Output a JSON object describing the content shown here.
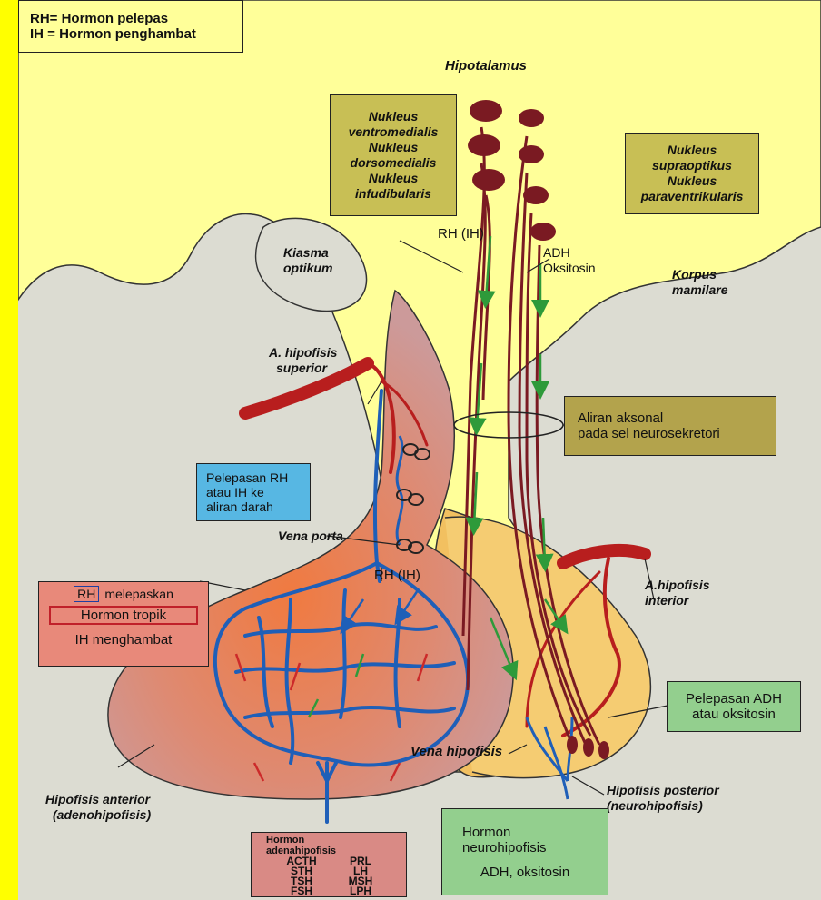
{
  "legend": {
    "line1": "RH= Hormon pelepas",
    "line2": "IH = Hormon penghambat"
  },
  "labels": {
    "hipotalamus": "Hipotalamus",
    "nukleus_left": [
      "Nukleus",
      "ventromedialis",
      "Nukleus",
      "dorsomedialis",
      "Nukleus",
      "infudibularis"
    ],
    "nukleus_right": [
      "Nukleus",
      "supraoptikus",
      "Nukleus",
      "paraventrikularis"
    ],
    "kiasma": [
      "Kiasma",
      "optikum"
    ],
    "korpus": [
      "Korpus",
      "mamilare"
    ],
    "rh_ih_top": "RH (IH)",
    "adh": [
      "ADH",
      "Oksitosin"
    ],
    "a_hip_sup": [
      "A. hipofisis",
      "superior"
    ],
    "aliran_aksonal": [
      "Aliran aksonal",
      "pada sel neurosekretori"
    ],
    "pelepasan_rh": [
      "Pelepasan RH",
      "atau IH ke",
      "aliran darah"
    ],
    "vena_porta": "Vena porta",
    "rh_ih_mid": "RH (IH)",
    "a_hip_inf": [
      "A.hipofisis",
      "interior"
    ],
    "rh_box": {
      "rh": "RH",
      "melepaskan": "melepaskan",
      "tropik": "Hormon tropik",
      "ih": "IH menghambat"
    },
    "pelepasan_adh": [
      "Pelepasan ADH",
      "atau oksitosin"
    ],
    "vena_hipofisis": "Vena hipofisis",
    "hip_posterior": [
      "Hipofisis posterior",
      "(neurohipofisis)"
    ],
    "hip_anterior": [
      "Hipofisis anterior",
      "(adenohipofisis)"
    ],
    "adeno_box": {
      "title1": "Hormon",
      "title2": "adenahipofisis",
      "hormones": [
        "ACTH",
        "PRL",
        "STH",
        "LH",
        "TSH",
        "MSH",
        "FSH",
        "LPH"
      ]
    },
    "neuro_box": {
      "title1": "Hormon",
      "title2": "neurohipofisis",
      "sub": "ADH, oksitosin"
    }
  },
  "colors": {
    "yellow_region": "#ffff99",
    "anterior_gradient": [
      "#e29078",
      "#e86a3c"
    ],
    "posterior": "#f2c060",
    "veins": "#1f5fb8",
    "arteries": "#b81e1e",
    "neurons": "#7a1a22",
    "flow_arrows": "#2e9a3a"
  }
}
